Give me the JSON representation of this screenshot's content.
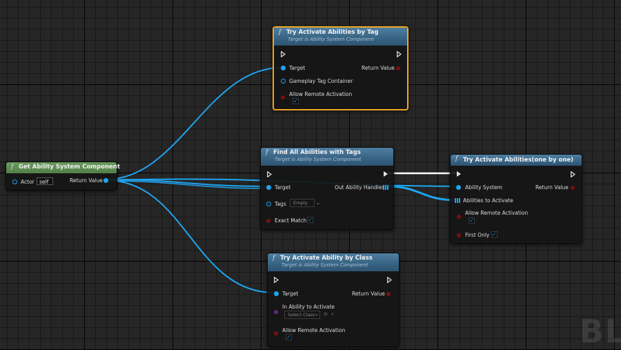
{
  "watermark": "BL",
  "nodes": {
    "get_asc": {
      "title": "Get Ability System Component",
      "actor_label": "Actor",
      "actor_value": "self",
      "return_label": "Return Value"
    },
    "try_by_tag": {
      "title": "Try Activate Abilities by Tag",
      "subtitle": "Target is Ability System Component",
      "target_label": "Target",
      "return_label": "Return Value",
      "tag_container_label": "Gameplay Tag Container",
      "allow_remote_label": "Allow Remote Activation",
      "allow_remote_checked": "✓"
    },
    "find_all": {
      "title": "Find All Abilities with Tags",
      "subtitle": "Target is Ability System Component",
      "target_label": "Target",
      "out_label": "Out Ability Handles",
      "tags_label": "Tags",
      "tags_value": "Empty",
      "exact_label": "Exact Match",
      "exact_checked": "✓"
    },
    "try_one_by_one": {
      "title": "Try Activate Abilities(one by one)",
      "ability_system_label": "Ability System",
      "return_label": "Return Value",
      "abilities_label": "Abilities to Activate",
      "allow_remote_label": "Allow Remote Activation",
      "allow_remote_checked": "✓",
      "first_only_label": "First Only",
      "first_only_checked": "✓"
    },
    "try_by_class": {
      "title": "Try Activate Ability by Class",
      "subtitle": "Target is Ability System Component",
      "target_label": "Target",
      "return_label": "Return Value",
      "in_ability_label": "In Ability to Activate",
      "select_class": "Select Class",
      "allow_remote_label": "Allow Remote Activation",
      "allow_remote_checked": "✓"
    }
  },
  "colors": {
    "data_wire": "#1ea5f0",
    "exec_wire": "#ffffff",
    "selected_outline": "#f5a623",
    "function_header": "#3a6585",
    "pure_header": "#527f48",
    "bool_pin": "#7a0f0f"
  },
  "icons": [
    "function-icon",
    "exec-pin-icon",
    "array-grid-icon",
    "chevron-down-icon",
    "search-icon",
    "clear-icon"
  ]
}
